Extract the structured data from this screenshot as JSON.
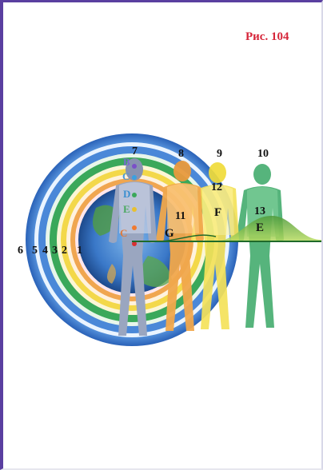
{
  "caption": "Рис. 104",
  "ring_numbers": [
    "6",
    "5",
    "4",
    "3",
    "2",
    "1"
  ],
  "body_numbers": [
    "7",
    "8",
    "9",
    "10",
    "11",
    "12",
    "13"
  ],
  "letters": [
    "G",
    "F",
    "E"
  ],
  "chakra_letters": [
    "B",
    "C",
    "D",
    "E",
    "C"
  ],
  "colors": {
    "frame": "#5a3fa0",
    "caption": "#d6263a",
    "ring_blue": "#3f7fd6",
    "ring_green": "#3aa85a",
    "ring_yellow": "#f3d84a",
    "ring_orange": "#f0a650",
    "earth": "#3a78c8",
    "figure_grey": "#9aa6c0",
    "figure_orange": "#f1a84c",
    "figure_yellow": "#f4e25a",
    "figure_green": "#4db075",
    "curve": "#1f6a2a"
  }
}
